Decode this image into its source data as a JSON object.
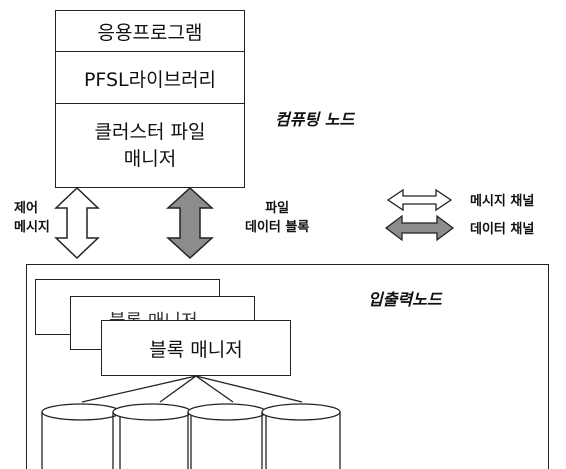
{
  "computing_node": {
    "layers": [
      "응용프로그램",
      "PFSL라이브러리",
      "클러스터 파일\n매니저"
    ],
    "label": "컴퓨팅 노드"
  },
  "links": {
    "control_label": "제어\n메시지",
    "data_label": "파일\n데이터 블록"
  },
  "legend": {
    "message_channel": "메시지 채널",
    "data_channel": "데이터 채널"
  },
  "io_node": {
    "label": "입출력노드",
    "block_manager": "블록 매니저",
    "back_manager_text": "블록 매니저",
    "disk_count": 4
  },
  "colors": {
    "stroke": "#222222",
    "data_arrow_fill": "#8c8c8c"
  }
}
